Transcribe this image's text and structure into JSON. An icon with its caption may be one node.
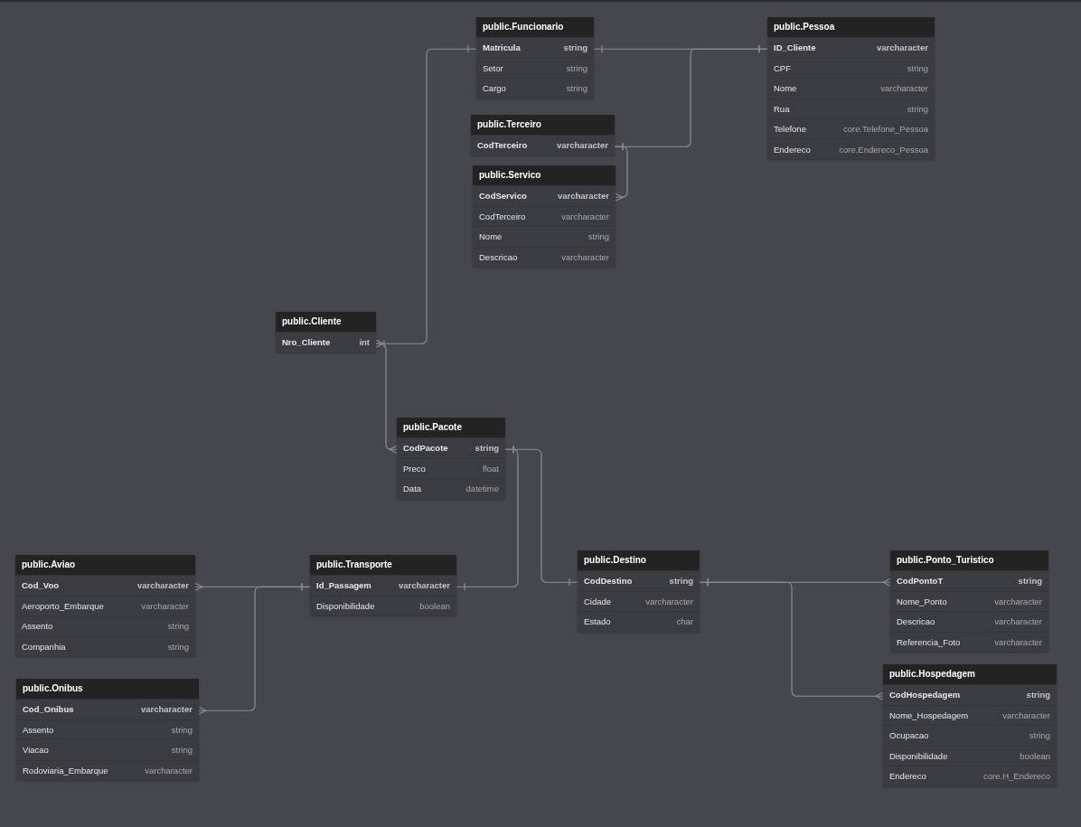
{
  "diagram": {
    "nodes": [
      {
        "text": [
          "public.Funcionario"
        ]
      },
      {
        "text": [
          "Matricula",
          "string"
        ],
        "in": 0
      },
      {
        "text": [
          "Setor",
          "string"
        ],
        "in": 0
      },
      {
        "text": [
          "Cargo",
          "string"
        ],
        "in": 0
      },
      {
        "text": [
          "public.Pessoa"
        ]
      },
      {
        "text": [
          "ID_Cliente",
          "varcharacter"
        ],
        "in": 4
      },
      {
        "text": [
          "CPF",
          "string"
        ],
        "in": 4
      },
      {
        "text": [
          "Nome",
          "varcharacter"
        ],
        "in": 4
      },
      {
        "text": [
          "Rua",
          "string"
        ],
        "in": 4
      },
      {
        "text": [
          "Telefone",
          "core.Telefone_Pessoa"
        ],
        "in": 4
      },
      {
        "text": [
          "Endereco",
          "core.Endereco_Pessoa"
        ],
        "in": 4
      },
      {
        "text": [
          "public.Terceiro"
        ]
      },
      {
        "text": [
          "CodTerceiro",
          "varcharacter"
        ],
        "in": 11
      },
      {
        "text": [
          "public.Servico"
        ]
      },
      {
        "text": [
          "CodServico",
          "varcharacter"
        ],
        "in": 13
      },
      {
        "text": [
          "CodTerceiro",
          "varcharacter"
        ],
        "in": 13
      },
      {
        "text": [
          "Nome",
          "string"
        ],
        "in": 13
      },
      {
        "text": [
          "Descricao",
          "varcharacter"
        ],
        "in": 13
      },
      {
        "text": [
          "public.Cliente"
        ]
      },
      {
        "text": [
          "Nro_Cliente",
          "int"
        ],
        "in": 18
      },
      {
        "text": [
          "public.Pacote"
        ]
      },
      {
        "text": [
          "CodPacote",
          "string"
        ],
        "in": 20
      },
      {
        "text": [
          "Preco",
          "float"
        ],
        "in": 20
      },
      {
        "text": [
          "Data",
          "datetime"
        ],
        "in": 20
      },
      {
        "text": [
          "public.Aviao"
        ]
      },
      {
        "text": [
          "Cod_Voo",
          "varcharacter"
        ],
        "in": 24
      },
      {
        "text": [
          "Aeroporto_Embarque",
          "varcharacter"
        ],
        "in": 24
      },
      {
        "text": [
          "Assento",
          "string"
        ],
        "in": 24
      },
      {
        "text": [
          "Companhia",
          "string"
        ],
        "in": 24
      },
      {
        "text": [
          "public.Transporte"
        ]
      },
      {
        "text": [
          "Id_Passagem",
          "varcharacter"
        ],
        "in": 29
      },
      {
        "text": [
          "Disponibilidade",
          "boolean"
        ],
        "in": 29
      },
      {
        "text": [
          "public.Destino"
        ]
      },
      {
        "text": [
          "CodDestino",
          "string"
        ],
        "in": 32
      },
      {
        "text": [
          "Cidade",
          "varcharacter"
        ],
        "in": 32
      },
      {
        "text": [
          "Estado",
          "char"
        ],
        "in": 32
      },
      {
        "text": [
          "public.Ponto_Turistico"
        ]
      },
      {
        "text": [
          "CodPontoT",
          "string"
        ],
        "in": 36
      },
      {
        "text": [
          "Nome_Ponto",
          "varcharacter"
        ],
        "in": 36
      },
      {
        "text": [
          "Descricao",
          "varcharacter"
        ],
        "in": 36
      },
      {
        "text": [
          "Referencia_Foto",
          "varcharacter"
        ],
        "in": 36
      },
      {
        "text": [
          "public.Onibus"
        ]
      },
      {
        "text": [
          "Cod_Onibus",
          "varcharacter"
        ],
        "in": 41
      },
      {
        "text": [
          "Assento",
          "string"
        ],
        "in": 41
      },
      {
        "text": [
          "Viacao",
          "string"
        ],
        "in": 41
      },
      {
        "text": [
          "Rodoviaria_Embarque",
          "varcharacter"
        ],
        "in": 41
      },
      {
        "text": [
          "public.Hospedagem"
        ]
      },
      {
        "text": [
          "CodHospedagem",
          "string"
        ],
        "in": 46
      },
      {
        "text": [
          "Nome_Hospedagem",
          "varcharacter"
        ],
        "in": 46
      },
      {
        "text": [
          "Ocupacao",
          "string"
        ],
        "in": 46
      },
      {
        "text": [
          "Disponibilidade",
          "boolean"
        ],
        "in": 46
      },
      {
        "text": [
          "Endereco",
          "core.H_Endereco"
        ],
        "in": 46
      }
    ],
    "edges": [
      {
        "from": 1,
        "to": 19,
        "arrow": "other"
      },
      {
        "from": 1,
        "to": 5,
        "arrow": "other"
      },
      {
        "from": 12,
        "to": 5,
        "arrow": "other"
      },
      {
        "from": 12,
        "to": 14,
        "arrow": "other"
      },
      {
        "from": 19,
        "to": 21,
        "arrow": "other"
      },
      {
        "from": 21,
        "to": 30,
        "arrow": "other"
      },
      {
        "from": 21,
        "to": 33,
        "arrow": "other"
      },
      {
        "from": 30,
        "to": 25,
        "arrow": "other"
      },
      {
        "from": 30,
        "to": 42,
        "arrow": "other"
      },
      {
        "from": 33,
        "to": 37,
        "arrow": "other"
      },
      {
        "from": 33,
        "to": 47,
        "arrow": "other"
      }
    ]
  }
}
